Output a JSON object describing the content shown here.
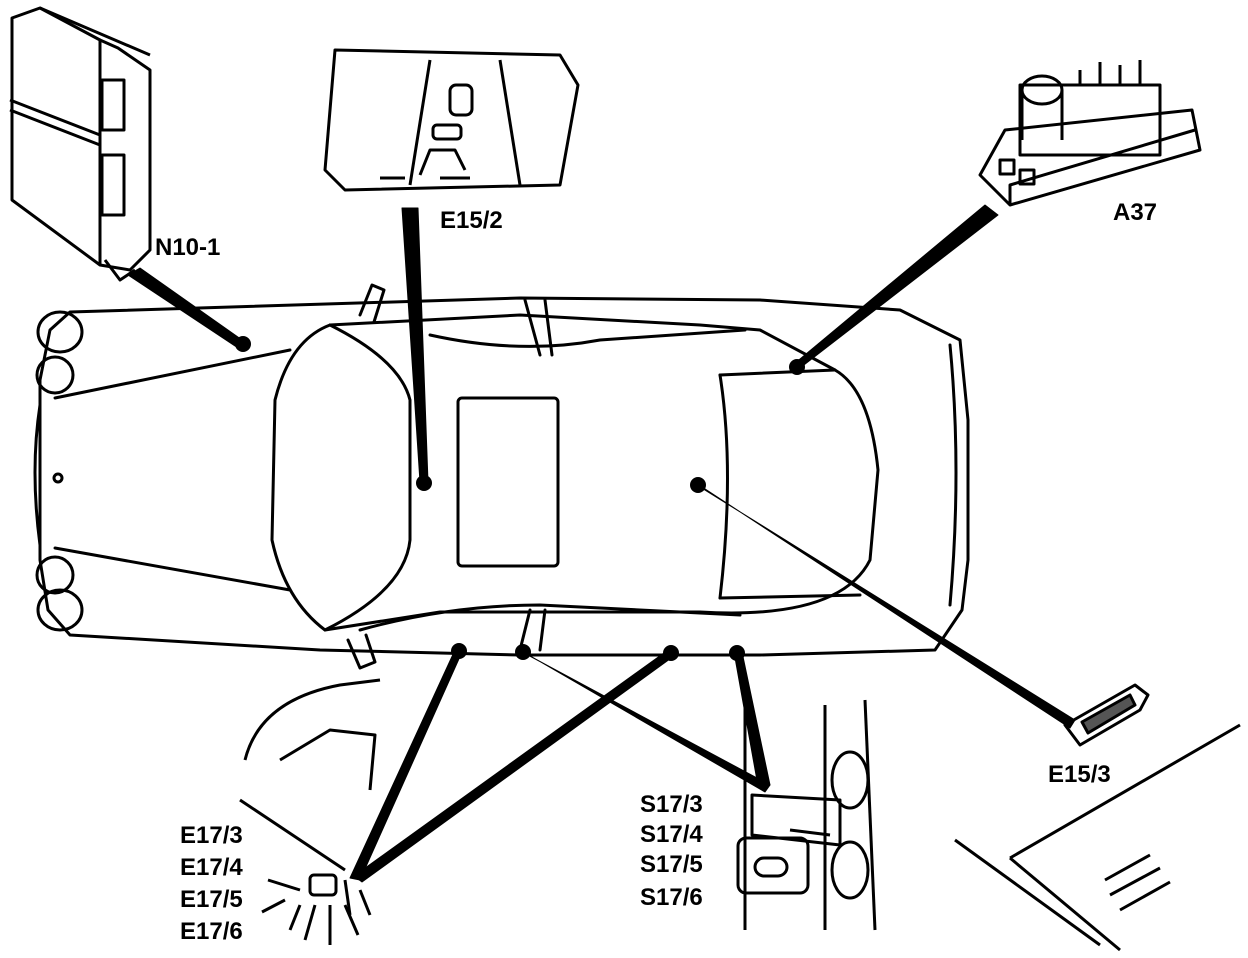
{
  "labels": {
    "n10_1": "N10-1",
    "e15_2": "E15/2",
    "a37": "A37",
    "e15_3": "E15/3",
    "s17": [
      "S17/3",
      "S17/4",
      "S17/5",
      "S17/6"
    ],
    "e17": [
      "E17/3",
      "E17/4",
      "E17/5",
      "E17/6"
    ]
  },
  "colors": {
    "ink": "#000000",
    "paper": "#ffffff"
  }
}
